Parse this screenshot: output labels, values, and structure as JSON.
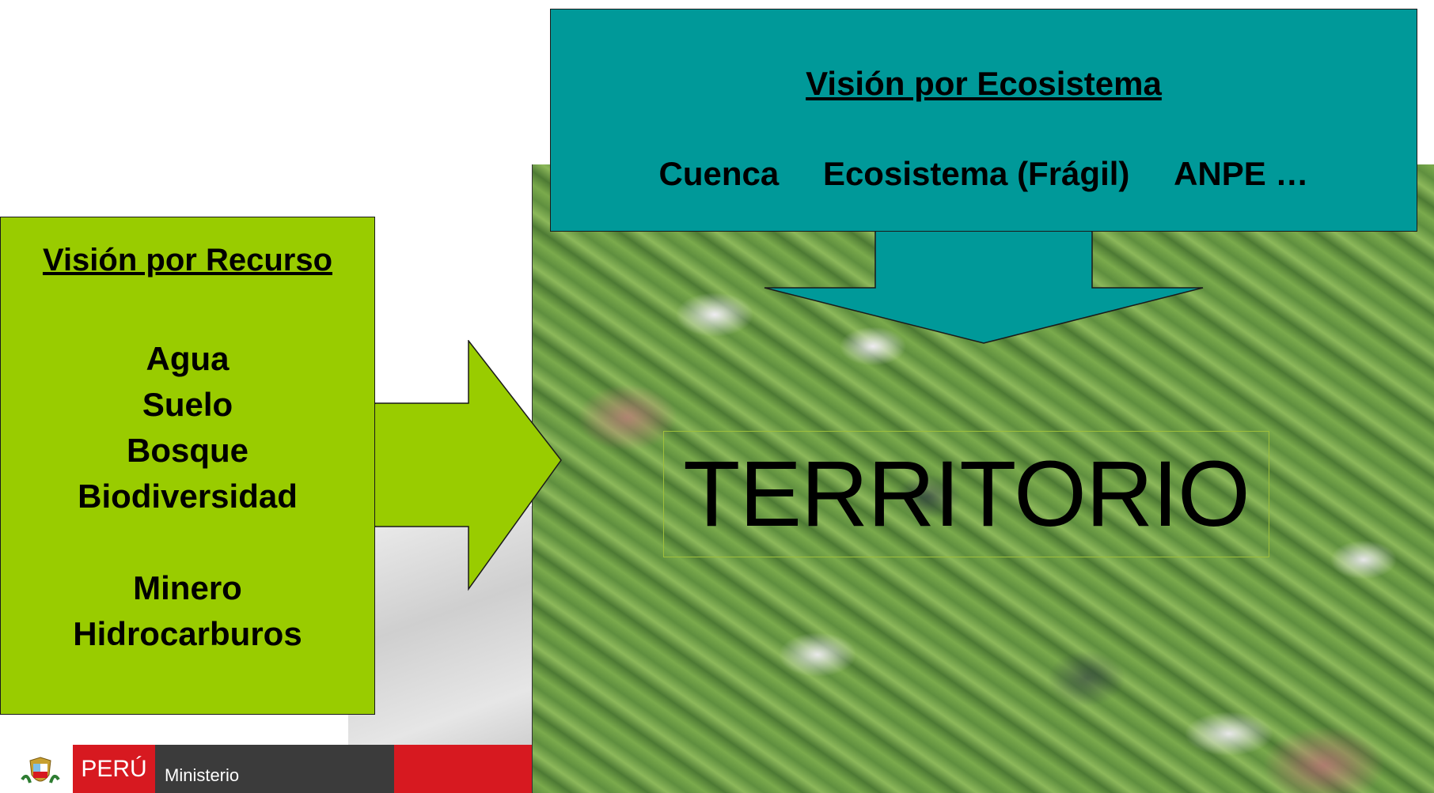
{
  "ecosistema": {
    "title": "Visión por Ecosistema",
    "items": [
      "Cuenca",
      "Ecosistema (Frágil)",
      "ANPE …"
    ]
  },
  "recurso": {
    "title": "Visión por Recurso",
    "group1": [
      "Agua",
      "Suelo",
      "Bosque",
      "Biodiversidad"
    ],
    "group2": [
      "Minero",
      "Hidrocarburos"
    ]
  },
  "center": {
    "label": "TERRITORIO"
  },
  "footer": {
    "country": "PERÚ",
    "ministry": "Ministerio"
  },
  "colors": {
    "ecosistema_fill": "#009999",
    "recurso_fill": "#99cc00",
    "peru_red": "#d71920",
    "ministry_gray": "#3b3b3b"
  }
}
